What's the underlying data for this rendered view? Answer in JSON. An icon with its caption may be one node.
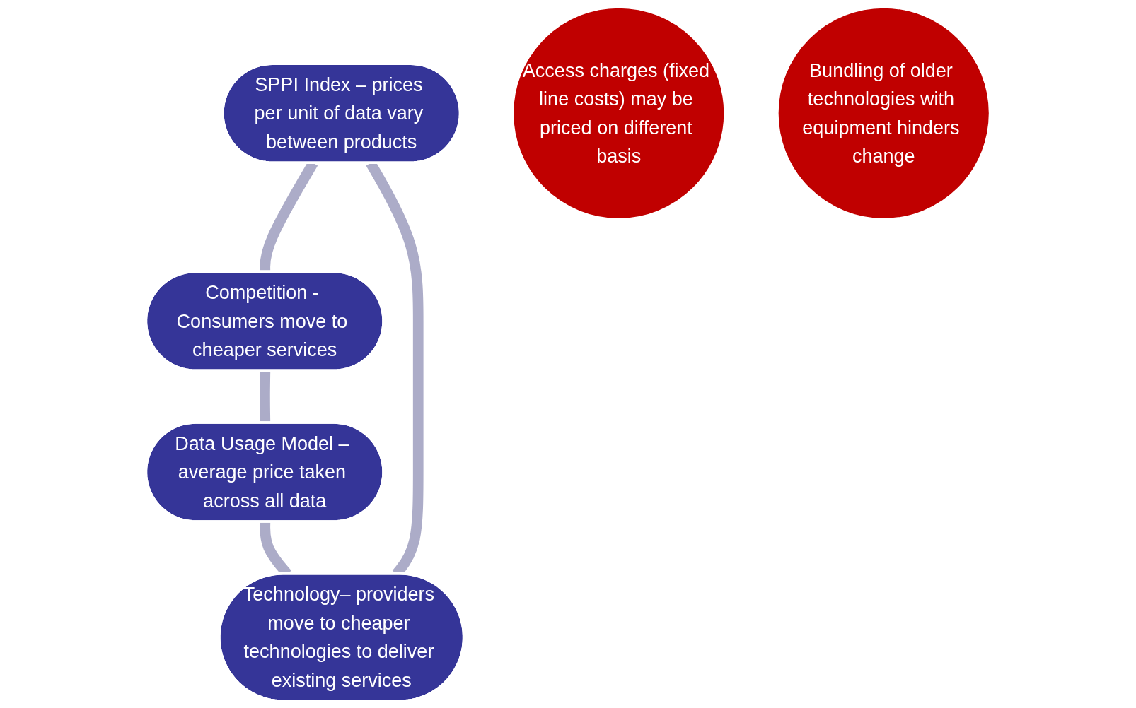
{
  "diagram": {
    "nodes": [
      {
        "text": [
          "SPPI Index – prices per unit of data vary between products"
        ]
      },
      {
        "text": [
          "Technology– providers move to cheaper technologies to deliver existing services"
        ]
      },
      {
        "text": [
          "Access charges (fixed line costs) may be priced on different basis"
        ]
      },
      {
        "text": [
          "Bundling of older technologies with equipment hinders change"
        ]
      },
      {
        "text": [
          "Competition - Consumers move to cheaper services"
        ]
      },
      {
        "text": [
          "Data Usage Model – average price taken across all data"
        ]
      }
    ],
    "edges": [
      {
        "from": 0,
        "to": 4,
        "arrow": "none"
      },
      {
        "from": 4,
        "to": 5,
        "arrow": "none"
      },
      {
        "from": 5,
        "to": 1,
        "arrow": "none"
      },
      {
        "from": 1,
        "to": 0,
        "arrow": "none"
      }
    ]
  }
}
